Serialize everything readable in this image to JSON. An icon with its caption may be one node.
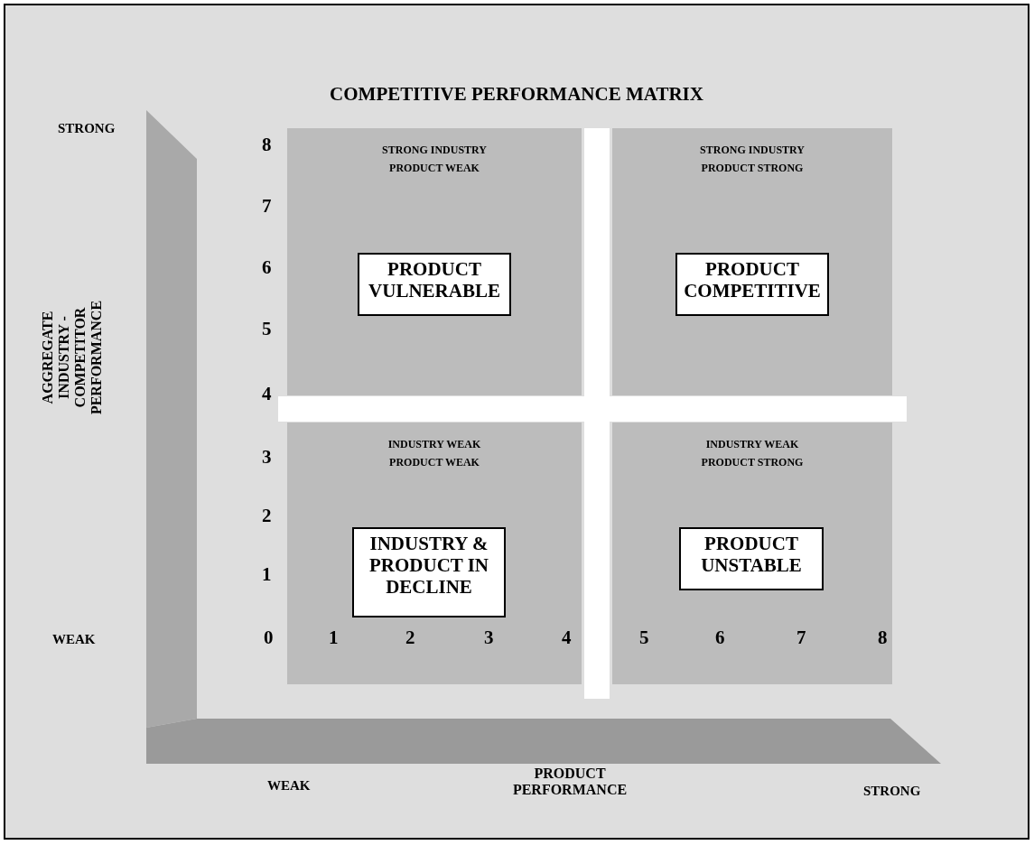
{
  "diagram": {
    "title": "COMPETITIVE PERFORMANCE MATRIX",
    "nodes": [
      {
        "text": [
          "STRONG INDUSTRY PRODUCT WEAK"
        ]
      },
      {
        "text": [
          "PRODUCT VULNERABLE"
        ],
        "in": 0
      },
      {
        "text": [
          "STRONG INDUSTRY PRODUCT STRONG"
        ]
      },
      {
        "text": [
          "PRODUCT COMPETITIVE"
        ],
        "in": 2
      },
      {
        "text": [
          "INDUSTRY WEAK PRODUCT WEAK"
        ]
      },
      {
        "text": [
          "INDUSTRY & PRODUCT IN DECLINE"
        ],
        "in": 4
      },
      {
        "text": [
          "INDUSTRY WEAK PRODUCT STRONG"
        ]
      },
      {
        "text": [
          "PRODUCT UNSTABLE"
        ],
        "in": 6
      }
    ],
    "edges": [],
    "labels": [
      "STRONG",
      "8",
      "7",
      "6",
      "AGGREGATE INDUSTRY - COMPETITOR PERFORMANCE",
      "5",
      "4",
      "3",
      "2",
      "1",
      "WEAK",
      "0",
      "1",
      "2",
      "3",
      "4",
      "5",
      "6",
      "7",
      "8",
      "WEAK",
      "PRODUCT PERFORMANCE",
      "STRONG"
    ]
  }
}
